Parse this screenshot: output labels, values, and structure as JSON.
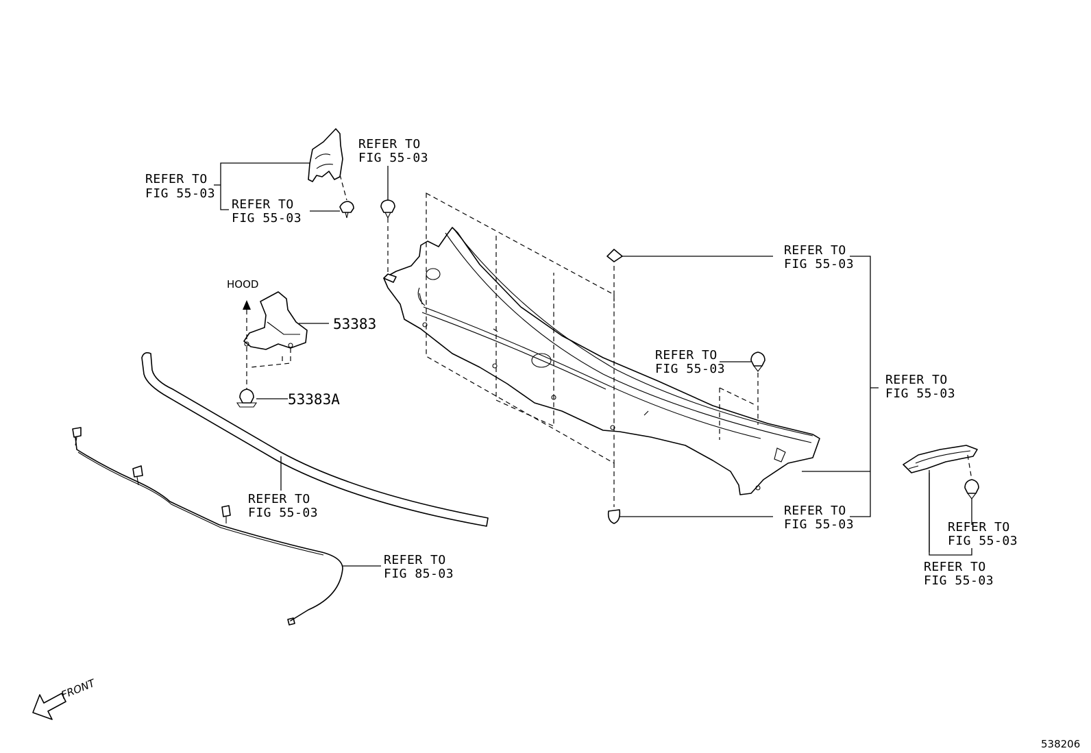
{
  "refer": {
    "top_left": [
      "REFER TO",
      "FIG 55-03"
    ],
    "top_left_clip": [
      "REFER TO",
      "FIG 55-03"
    ],
    "top_center_clip": [
      "REFER TO",
      "FIG 55-03"
    ],
    "right_top_clip": [
      "REFER TO",
      "FIG 55-03"
    ],
    "right_mid_clip": [
      "REFER TO",
      "FIG 55-03"
    ],
    "right_bracket": [
      "REFER TO",
      "FIG 55-03"
    ],
    "right_bottom_clip": [
      "REFER TO",
      "FIG 55-03"
    ],
    "seal_strip": [
      "REFER TO",
      "FIG 55-03"
    ],
    "wire_harness": [
      "REFER TO",
      "FIG 85-03"
    ],
    "far_right_clip": [
      "REFER TO",
      "FIG 55-03"
    ],
    "far_right_part": [
      "REFER TO",
      "FIG 55-03"
    ]
  },
  "labels": {
    "hood": "HOOD",
    "part_53383": "53383",
    "part_53383A": "53383A",
    "front": "FRONT",
    "diagram_number": "538206"
  }
}
